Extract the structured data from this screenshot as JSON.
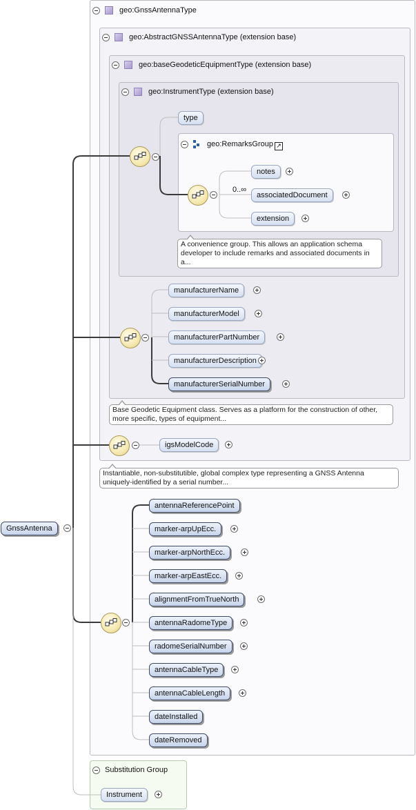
{
  "root": {
    "label": "GnssAntenna"
  },
  "types": {
    "gnss_antenna_type": "geo:GnssAntennaType",
    "abstract_gnss_antenna_type": "geo:AbstractGNSSAntennaType (extension base)",
    "base_geodetic_equipment_type": "geo:baseGeodeticEquipmentType (extension base)",
    "instrument_type": "geo:InstrumentType (extension base)"
  },
  "instrument": {
    "type_element": "type",
    "remarks_group": {
      "label": "geo:RemarksGroup",
      "cardinality": "0..∞",
      "elements": [
        "notes",
        "associatedDocument",
        "extension"
      ]
    },
    "note": "A convenience group. This allows an application schema developer to include remarks and associated documents in a..."
  },
  "base_equipment": {
    "elements": [
      "manufacturerName",
      "manufacturerModel",
      "manufacturerPartNumber",
      "manufacturerDescription",
      "manufacturerSerialNumber"
    ],
    "note": "Base Geodetic Equipment class. Serves as a platform for the construction of other, more specific, types of equipment..."
  },
  "abstract_antenna": {
    "elements": [
      "igsModelCode"
    ],
    "note": "Instantiable, non-substitutible, global complex type representing a GNSS Antenna uniquely-identified by a serial number..."
  },
  "antenna": {
    "elements": [
      "antennaReferencePoint",
      "marker-arpUpEcc.",
      "marker-arpNorthEcc.",
      "marker-arpEastEcc.",
      "alignmentFromTrueNorth",
      "antennaRadomeType",
      "radomeSerialNumber",
      "antennaCableType",
      "antennaCableLength",
      "dateInstalled",
      "dateRemoved"
    ]
  },
  "substitution": {
    "label": "Substitution Group",
    "element": "Instrument"
  }
}
